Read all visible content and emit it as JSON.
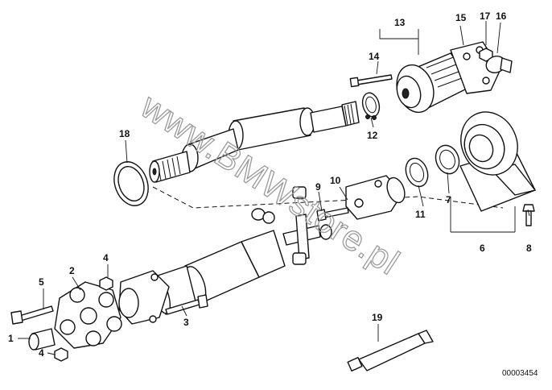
{
  "watermark": "www.BMWstore.pl",
  "diagram_code": "00003454",
  "callouts": {
    "c1": "1",
    "c2": "2",
    "c3": "3",
    "c4a": "4",
    "c4b": "4",
    "c5": "5",
    "c6": "6",
    "c7": "7",
    "c8": "8",
    "c9": "9",
    "c10": "10",
    "c11": "11",
    "c12": "12",
    "c13": "13",
    "c14": "14",
    "c15": "15",
    "c16": "16",
    "c17": "17",
    "c18": "18",
    "c19": "19"
  }
}
